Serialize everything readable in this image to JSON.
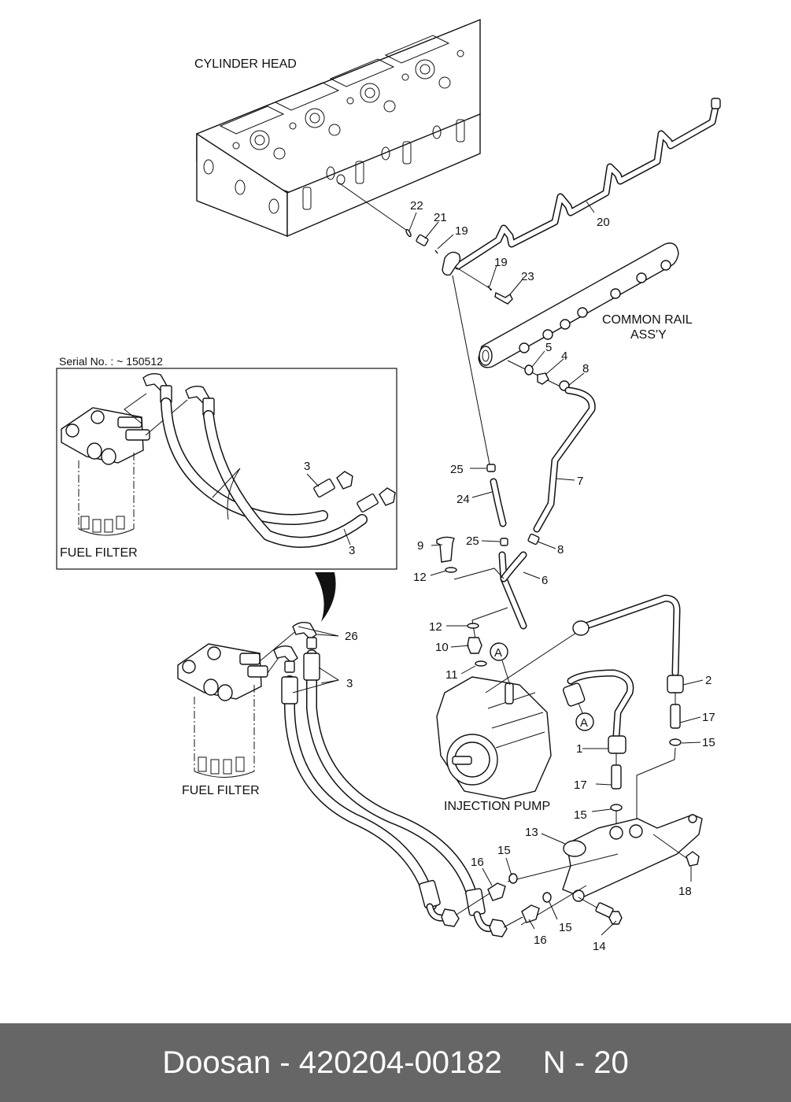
{
  "diagram": {
    "labels": {
      "cylinder_head": "CYLINDER HEAD",
      "common_rail_line1": "COMMON RAIL",
      "common_rail_line2": "ASS'Y",
      "inset_serial": "Serial No. : ~ 150512",
      "fuel_filter_inset": "FUEL FILTER",
      "fuel_filter_main": "FUEL FILTER",
      "injection_pump": "INJECTION PUMP",
      "detail_marker": "A"
    },
    "callouts": [
      {
        "id": "c22",
        "text": "22"
      },
      {
        "id": "c21",
        "text": "21"
      },
      {
        "id": "c19a",
        "text": "19"
      },
      {
        "id": "c19b",
        "text": "19"
      },
      {
        "id": "c23",
        "text": "23"
      },
      {
        "id": "c20",
        "text": "20"
      },
      {
        "id": "c5",
        "text": "5"
      },
      {
        "id": "c4",
        "text": "4"
      },
      {
        "id": "c8a",
        "text": "8"
      },
      {
        "id": "c25a",
        "text": "25"
      },
      {
        "id": "c24",
        "text": "24"
      },
      {
        "id": "c7",
        "text": "7"
      },
      {
        "id": "c9",
        "text": "9"
      },
      {
        "id": "c25b",
        "text": "25"
      },
      {
        "id": "c8b",
        "text": "8"
      },
      {
        "id": "c12a",
        "text": "12"
      },
      {
        "id": "c6",
        "text": "6"
      },
      {
        "id": "c12b",
        "text": "12"
      },
      {
        "id": "c10",
        "text": "10"
      },
      {
        "id": "c11",
        "text": "11"
      },
      {
        "id": "c2",
        "text": "2"
      },
      {
        "id": "c17a",
        "text": "17"
      },
      {
        "id": "c15a",
        "text": "15"
      },
      {
        "id": "c1",
        "text": "1"
      },
      {
        "id": "c17b",
        "text": "17"
      },
      {
        "id": "c15b",
        "text": "15"
      },
      {
        "id": "c13",
        "text": "13"
      },
      {
        "id": "c18",
        "text": "18"
      },
      {
        "id": "c16a",
        "text": "16"
      },
      {
        "id": "c15c",
        "text": "15"
      },
      {
        "id": "c15d",
        "text": "15"
      },
      {
        "id": "c16b",
        "text": "16"
      },
      {
        "id": "c14",
        "text": "14"
      },
      {
        "id": "c26",
        "text": "26"
      },
      {
        "id": "c3a",
        "text": "3"
      },
      {
        "id": "c3b",
        "text": "3"
      },
      {
        "id": "c3c",
        "text": "3"
      }
    ]
  },
  "footer": {
    "brand": "Doosan",
    "separator": "-",
    "part_number": "420204-00182",
    "page_ref": "N - 20"
  }
}
